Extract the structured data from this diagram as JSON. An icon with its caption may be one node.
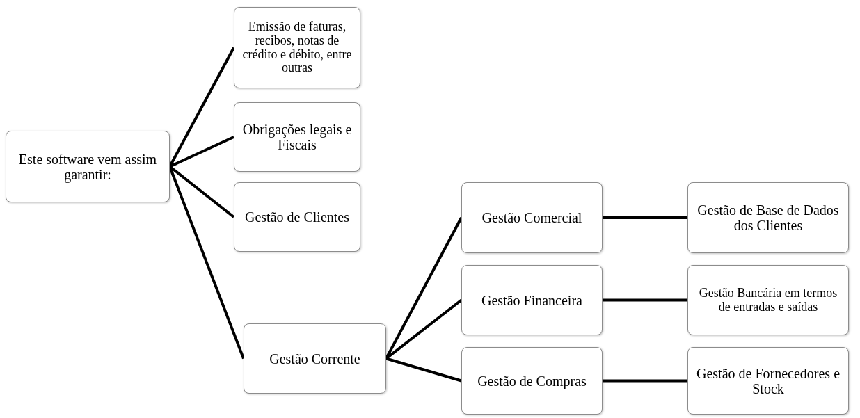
{
  "diagram": {
    "nodes": [
      {
        "text": [
          "Este software vem assim garantir:"
        ]
      },
      {
        "text": [
          "Emissão de faturas, recibos, notas de crédito e débito, entre outras"
        ]
      },
      {
        "text": [
          "Obrigações legais e Fiscais"
        ]
      },
      {
        "text": [
          "Gestão de Clientes"
        ]
      },
      {
        "text": [
          "Gestão Corrente"
        ]
      },
      {
        "text": [
          "Gestão Comercial"
        ]
      },
      {
        "text": [
          "Gestão de Base de Dados dos Clientes"
        ]
      },
      {
        "text": [
          "Gestão Financeira"
        ]
      },
      {
        "text": [
          "Gestão Bancária em termos de entradas e saídas"
        ]
      },
      {
        "text": [
          "Gestão de Compras"
        ]
      },
      {
        "text": [
          "Gestão de Fornecedores e Stock"
        ]
      }
    ],
    "edges": [
      {
        "from": 0,
        "to": 1,
        "arrow": "none"
      },
      {
        "from": 0,
        "to": 2,
        "arrow": "none"
      },
      {
        "from": 0,
        "to": 3,
        "arrow": "none"
      },
      {
        "from": 0,
        "to": 4,
        "arrow": "none"
      },
      {
        "from": 4,
        "to": 5,
        "arrow": "none"
      },
      {
        "from": 4,
        "to": 7,
        "arrow": "none"
      },
      {
        "from": 4,
        "to": 9,
        "arrow": "none"
      },
      {
        "from": 5,
        "to": 6,
        "arrow": "none"
      },
      {
        "from": 7,
        "to": 8,
        "arrow": "none"
      },
      {
        "from": 9,
        "to": 10,
        "arrow": "none"
      }
    ]
  }
}
